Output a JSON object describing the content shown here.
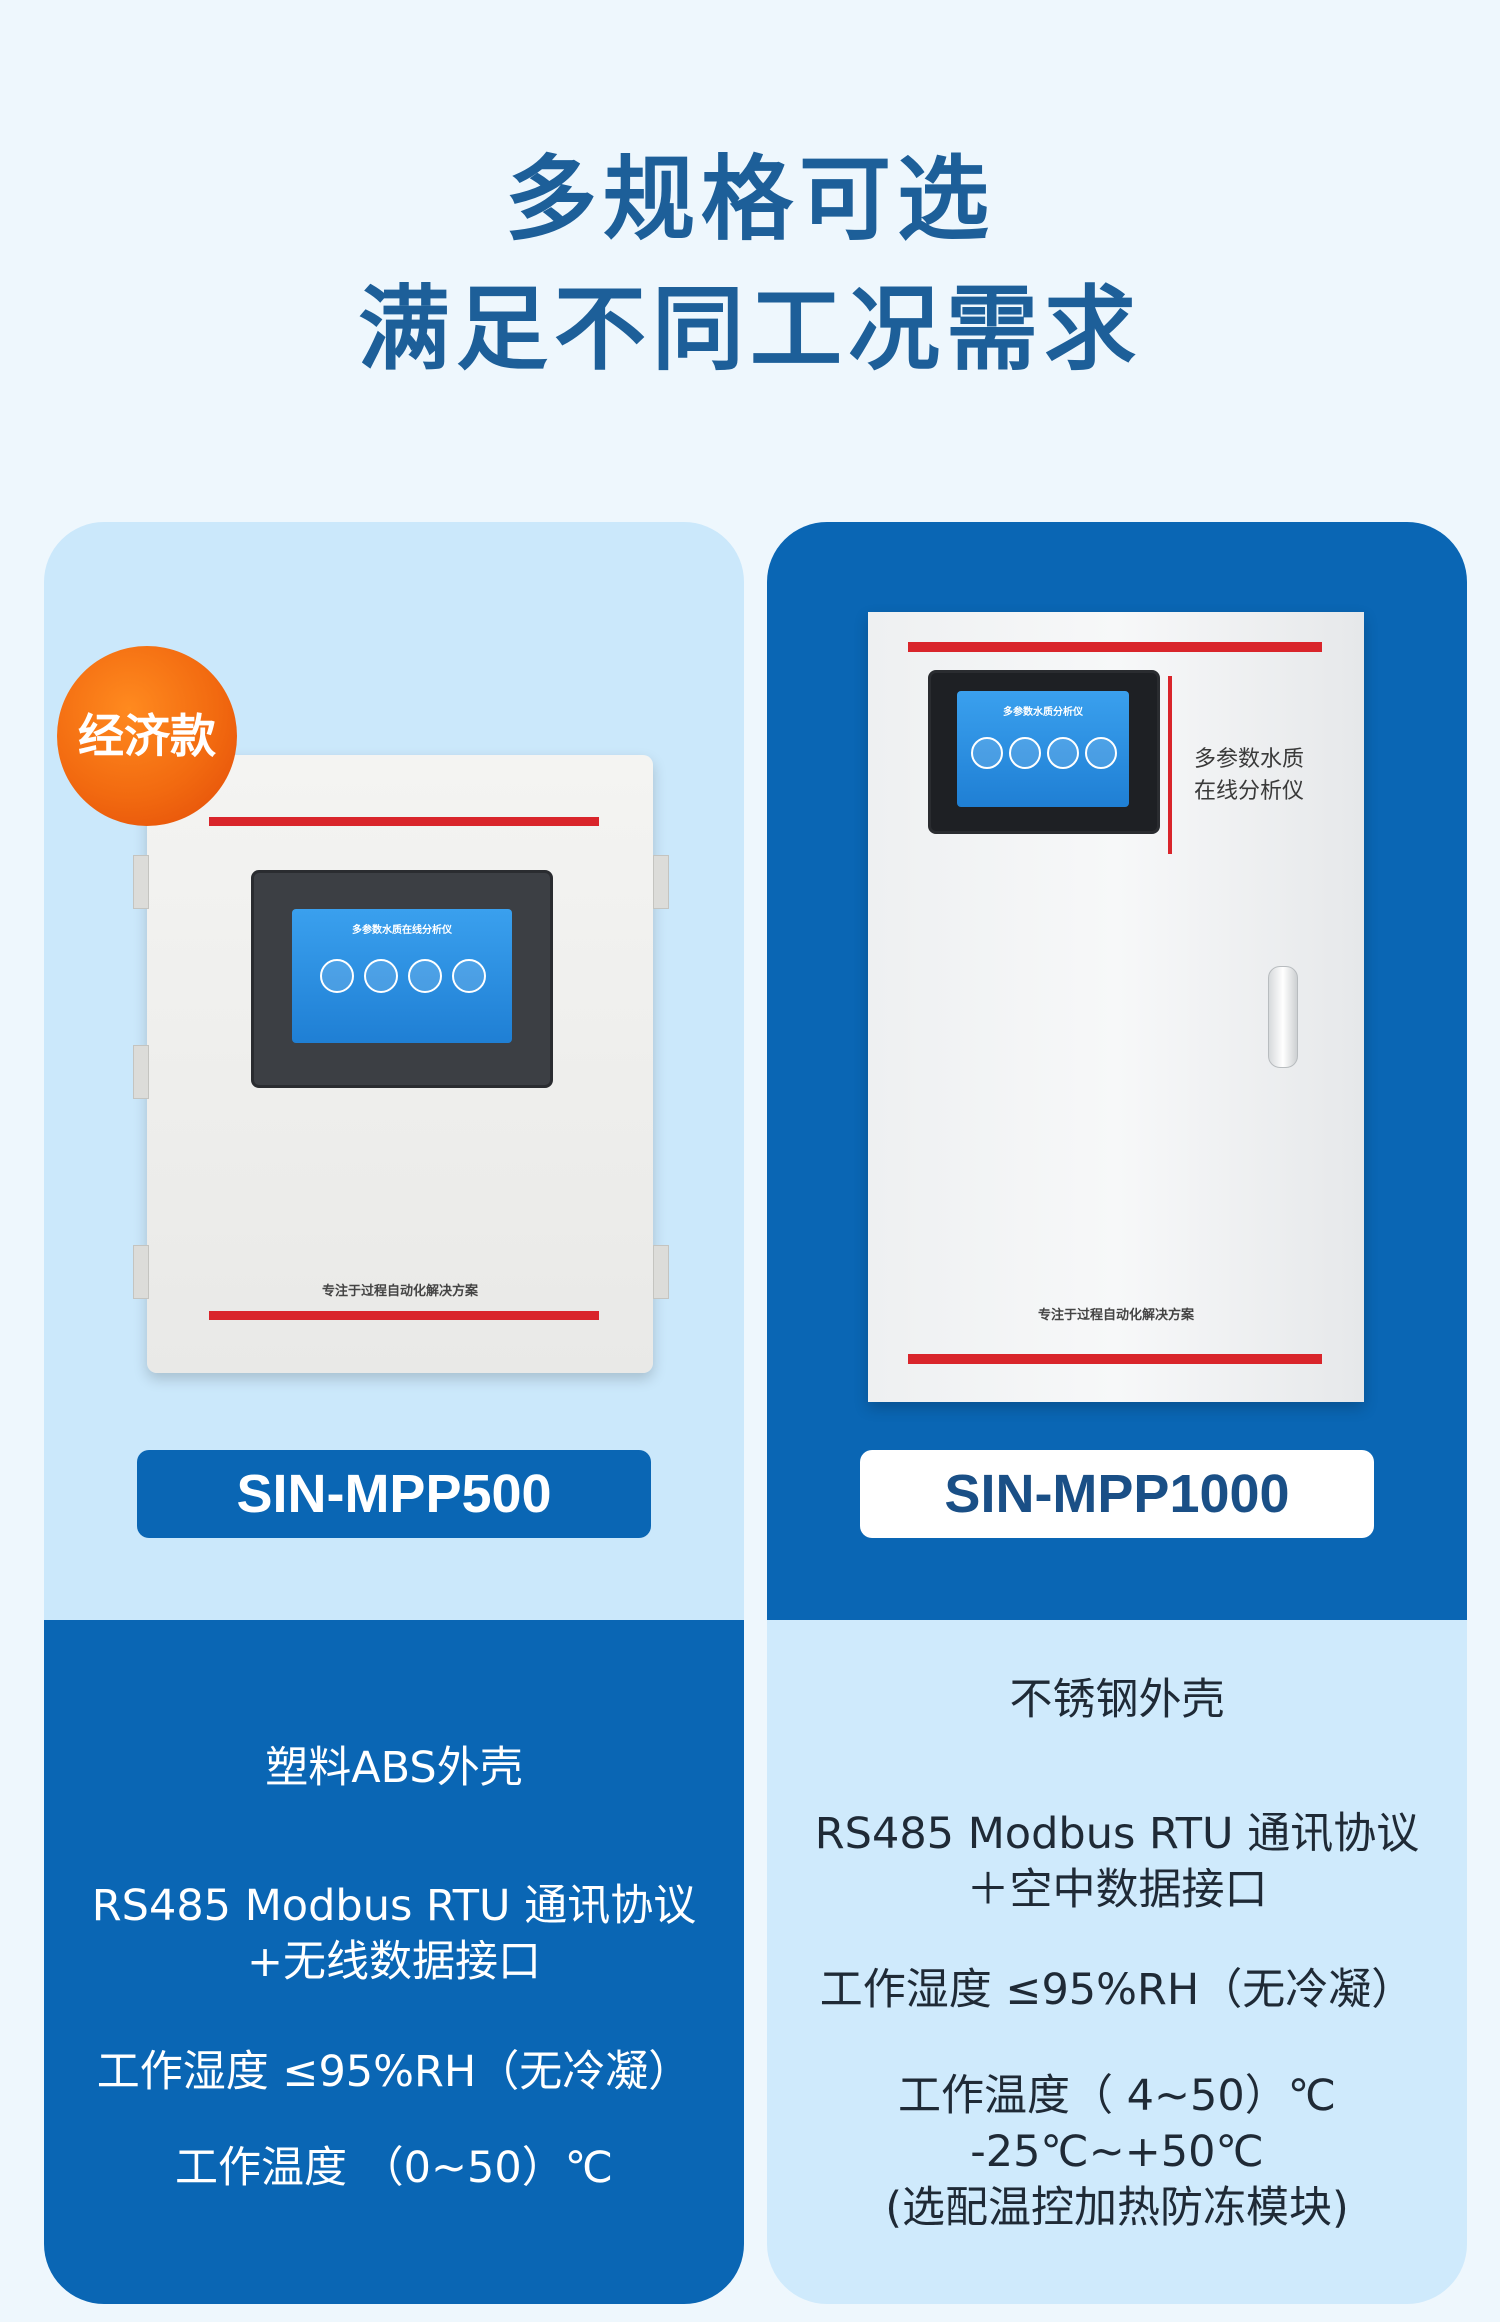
{
  "header": {
    "line1": "多规格可选",
    "line2": "满足不同工况需求"
  },
  "products": [
    {
      "badge": "经济款",
      "model": "SIN-MPP500",
      "device": {
        "screen_title": "多参数水质在线分析仪",
        "tagline": "专注于过程自动化解决方案"
      },
      "specs": [
        "塑料ABS外壳",
        "RS485 Modbus RTU 通讯协议",
        "+无线数据接口",
        "工作湿度 ≤95%RH（无冷凝）",
        "工作温度 （0~50）℃"
      ]
    },
    {
      "model": "SIN-MPP1000",
      "device": {
        "screen_title": "多参数水质分析仪",
        "panel_label_1": "多参数水质",
        "panel_label_2": "在线分析仪",
        "tagline": "专注于过程自动化解决方案"
      },
      "specs": [
        "不锈钢外壳",
        "RS485 Modbus RTU 通讯协议",
        "＋空中数据接口",
        "工作湿度 ≤95%RH（无冷凝）",
        "工作温度（ 4~50）℃",
        "-25℃~+50℃",
        "(选配温控加热防冻模块)"
      ]
    }
  ],
  "colors": {
    "brand_blue": "#0a66b4",
    "light_blue": "#cbe8fb",
    "headline": "#1d5f99",
    "badge_orange": "#f26a10",
    "accent_red": "#d9252b"
  }
}
